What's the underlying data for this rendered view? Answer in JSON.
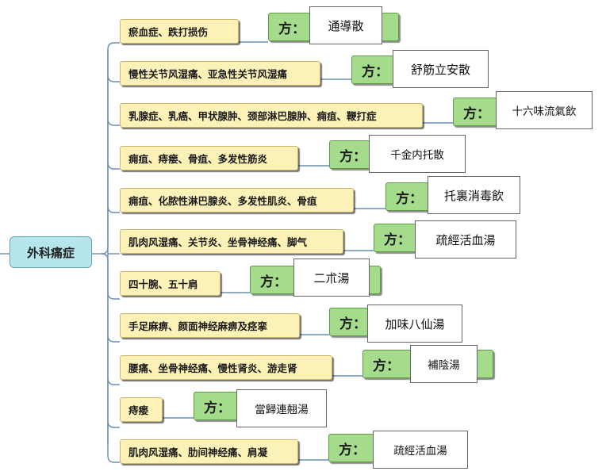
{
  "root": {
    "label": "外科痛症"
  },
  "fang_label": "方：",
  "branches": [
    {
      "condition": "瘀血症、跌打损伤",
      "remedy": "通導散"
    },
    {
      "condition": "慢性关节风湿痛、亚急性关节风湿痛",
      "remedy": "舒筋立安散"
    },
    {
      "condition": "乳腺症、乳癌、甲状腺肿、颈部淋巴腺肿、痈疽、鞭打症",
      "remedy": "十六味流氣飲"
    },
    {
      "condition": "痈疽、痔瘘、骨疽、多发性筋炎",
      "remedy": "千金内托散"
    },
    {
      "condition": "痈疽、化脓性淋巴腺炎、多发性肌炎、骨疽",
      "remedy": "托裏消毒飲"
    },
    {
      "condition": "肌肉风湿痛、关节炎、坐骨神经痛、脚气",
      "remedy": "疏經活血湯"
    },
    {
      "condition": "四十腕、五十肩",
      "remedy": "二朮湯"
    },
    {
      "condition": "手足麻痹、颜面神经麻痹及痉挛",
      "remedy": "加味八仙湯"
    },
    {
      "condition": "腰痛、坐骨神经痛、慢性肾炎、游走肾",
      "remedy": "補陰湯"
    },
    {
      "condition": "痔瘘",
      "remedy": "當歸連翹湯"
    },
    {
      "condition": "肌肉风湿痛、肋间神经痛、肩凝",
      "remedy": "疏經活血湯"
    }
  ]
}
